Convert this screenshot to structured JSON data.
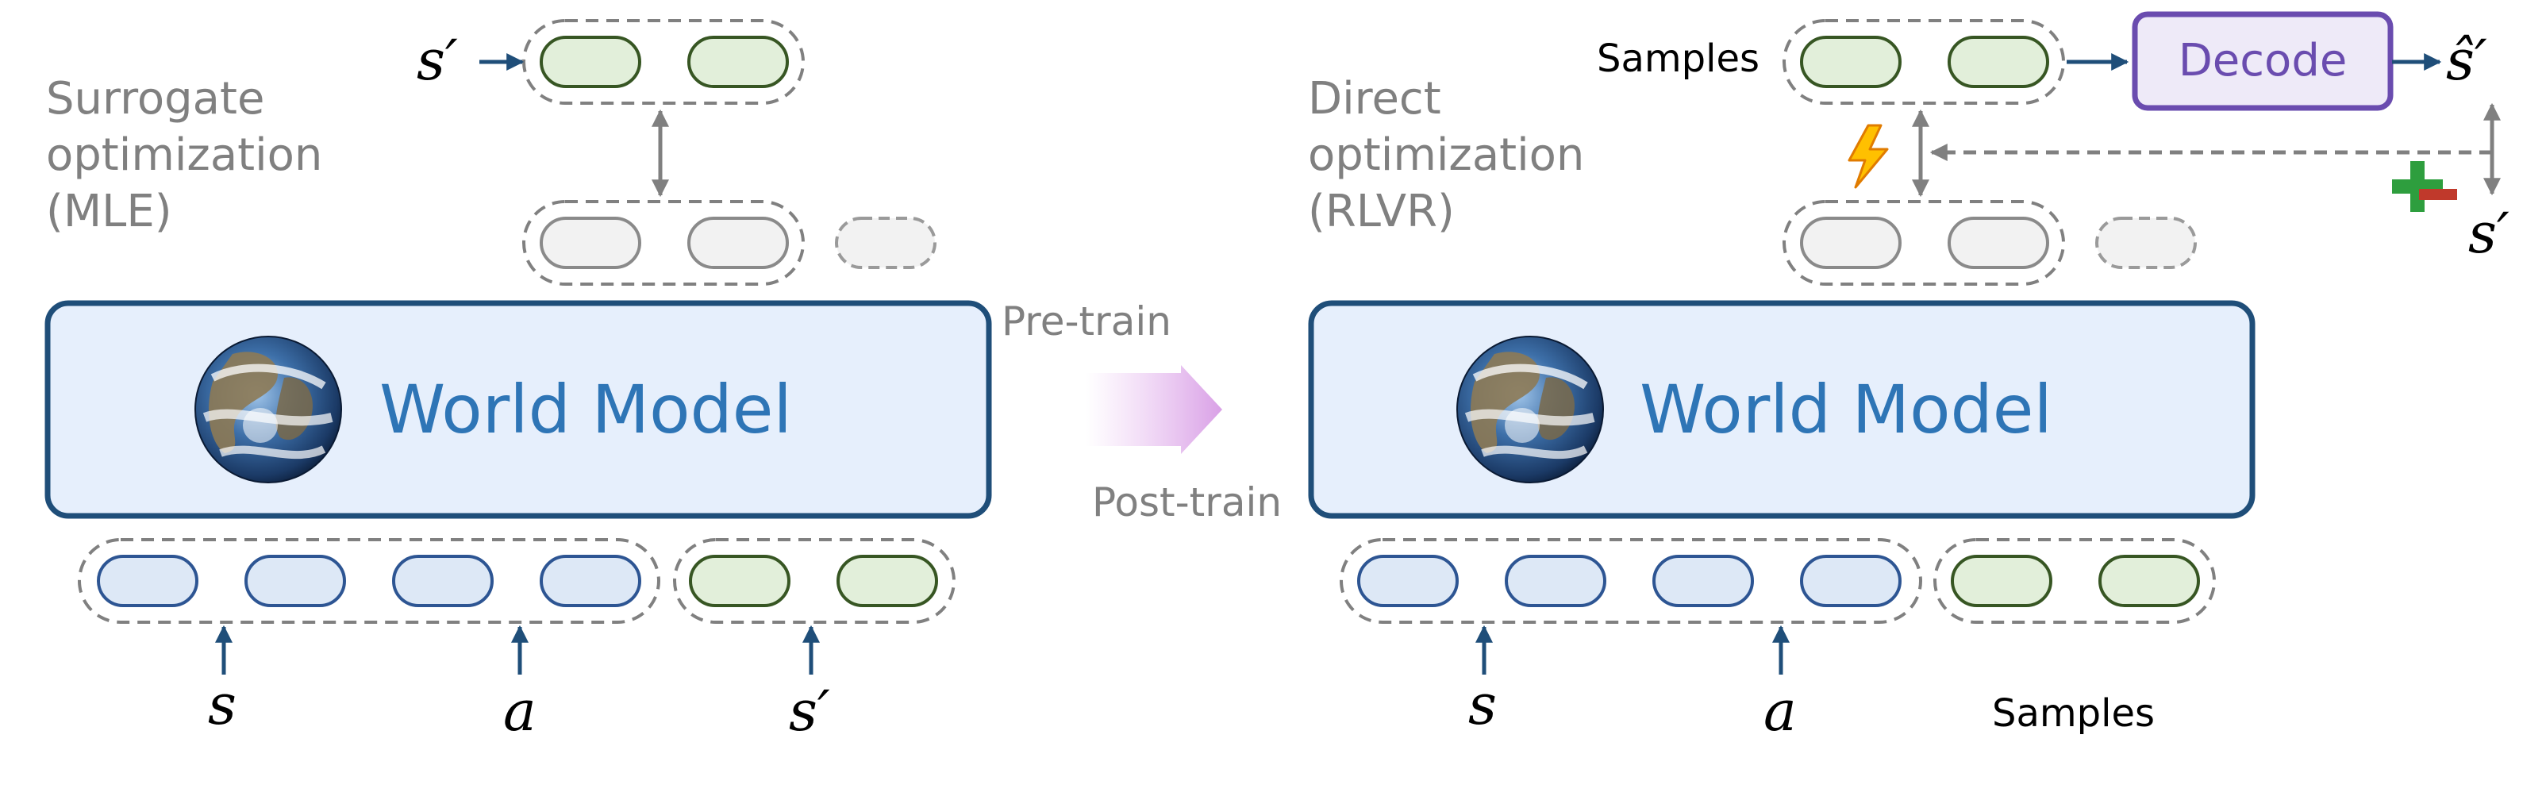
{
  "left": {
    "heading": [
      "Surrogate",
      "optimization",
      "(MLE)"
    ],
    "model_label": "World Model",
    "symbols": {
      "state": "s",
      "action": "a",
      "next_state": "s′",
      "target": "s′"
    }
  },
  "transition": {
    "pre_label": "Pre-train",
    "post_label": "Post-train"
  },
  "right": {
    "heading": [
      "Direct",
      "optimization",
      "(RLVR)"
    ],
    "model_label": "World Model",
    "samples_top_label": "Samples",
    "samples_bottom_label": "Samples",
    "decode_label": "Decode",
    "decoded_symbol": "ŝ′",
    "target_symbol": "s′",
    "reward_icon": "lightning-icon",
    "verify_icon": "plus-minus-icon",
    "symbols": {
      "state": "s",
      "action": "a"
    }
  },
  "colors": {
    "blue_token_fill": "#dde8f6",
    "blue_token_stroke": "#2d5593",
    "green_token_fill": "#e2efda",
    "green_token_stroke": "#375623",
    "gray_token_fill": "#f2f2f2",
    "gray_token_stroke": "#8a8a8a",
    "model_fill": "#e6effc",
    "model_stroke": "#1f4e79",
    "model_text": "#2e75b6",
    "decode_fill": "#eeeaf8",
    "decode_stroke": "#6a4caf",
    "decode_text": "#6a4caf",
    "heading_text": "#808080",
    "arrow_dark": "#1f4e79",
    "arrow_gray": "#808080"
  }
}
